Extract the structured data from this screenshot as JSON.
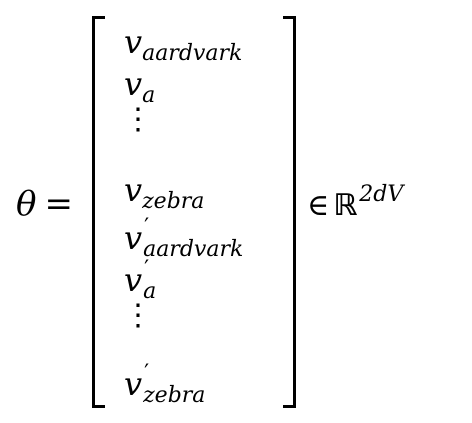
{
  "equation": {
    "lhs_symbol": "θ",
    "equals": "=",
    "entries": [
      {
        "base": "v",
        "sub": "aardvark",
        "prime": ""
      },
      {
        "base": "v",
        "sub": "a",
        "prime": ""
      },
      {
        "base": "",
        "sub": "",
        "prime": "",
        "dots": "⋮"
      },
      {
        "base": "v",
        "sub": "zebra",
        "prime": ""
      },
      {
        "base": "v",
        "sub": "aardvark",
        "prime": "′"
      },
      {
        "base": "v",
        "sub": "a",
        "prime": "′"
      },
      {
        "base": "",
        "sub": "",
        "prime": "",
        "dots": "⋮"
      },
      {
        "base": "v",
        "sub": "zebra",
        "prime": "′"
      }
    ],
    "membership": "∈",
    "set_symbol": "ℝ",
    "exponent": "2dV"
  }
}
